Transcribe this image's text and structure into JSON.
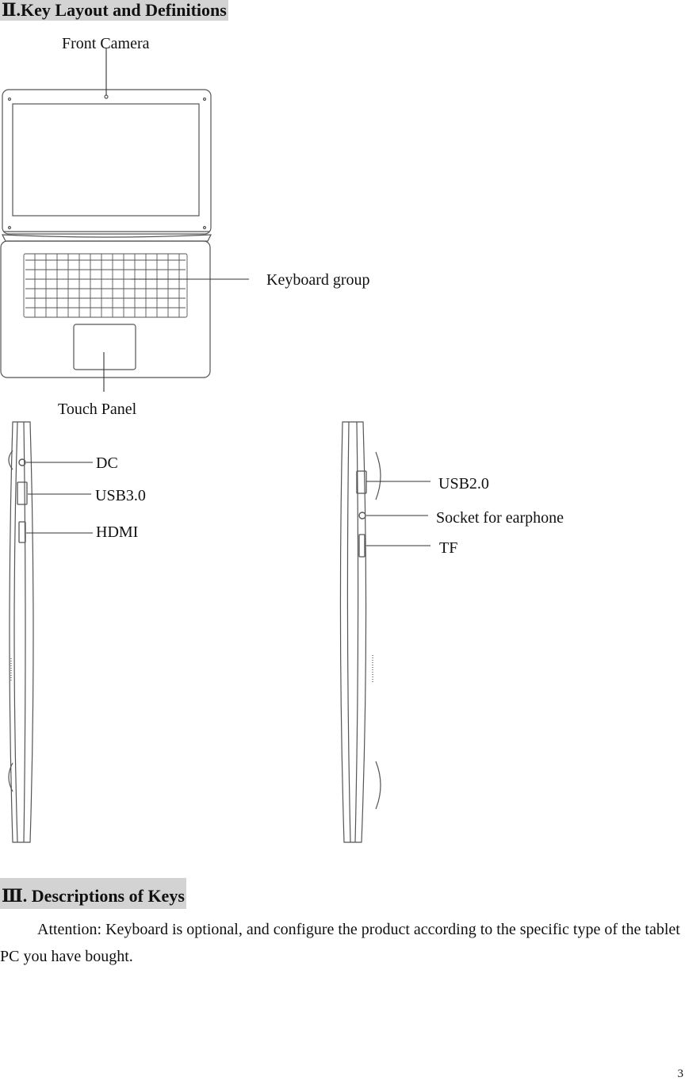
{
  "section_key_layout": {
    "numeral": "Ⅱ",
    "title": ".Key Layout and Definitions"
  },
  "figure_labels": {
    "front_camera": "Front Camera",
    "keyboard_group": "Keyboard group",
    "touch_panel": "Touch Panel",
    "dc": "DC",
    "usb30": "USB3.0",
    "hdmi": "HDMI",
    "usb20": "USB2.0",
    "earphone": "Socket for earphone",
    "tf": "TF"
  },
  "section_descriptions": {
    "numeral": "Ⅲ",
    "title": ". Descriptions of Keys"
  },
  "attention_text": "Attention: Keyboard is optional, and configure the product according to the specific type of the tablet PC you have bought.",
  "page_number": "3"
}
